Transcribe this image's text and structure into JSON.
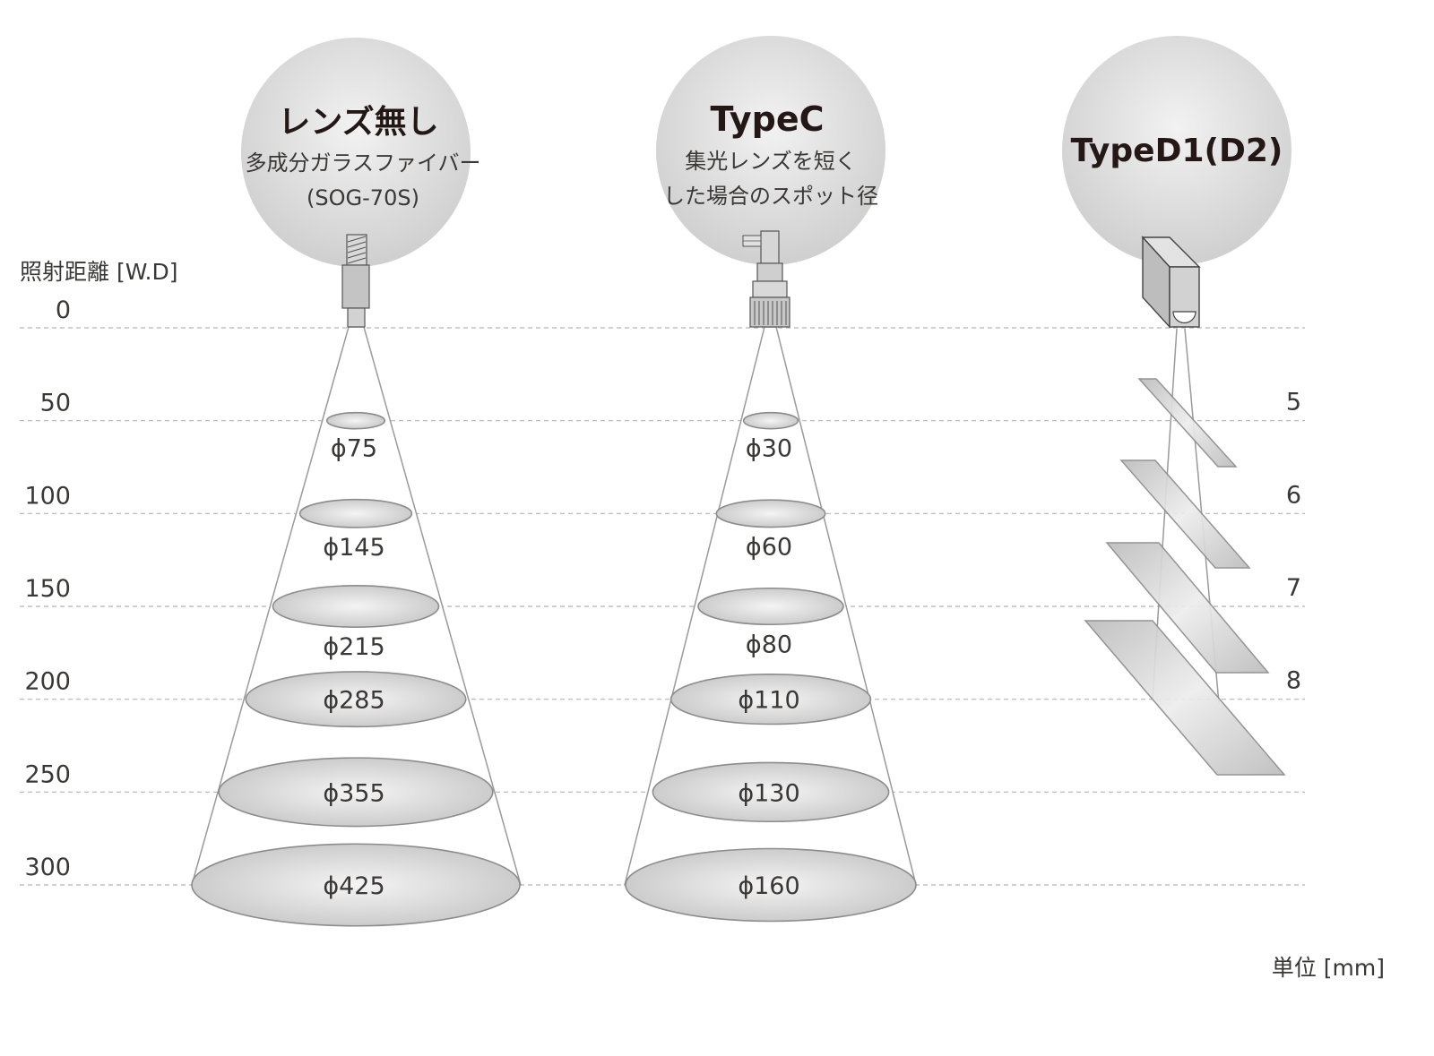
{
  "axis": {
    "title": "照射距離 [W.D]",
    "ticks": [
      "0",
      "50",
      "100",
      "150",
      "200",
      "250",
      "300"
    ],
    "wd_values": [
      0,
      50,
      100,
      150,
      200,
      250,
      300
    ]
  },
  "unit_label": "単位 [mm]",
  "columns": [
    {
      "id": "no-lens",
      "title": "レンズ無し",
      "subtitle_lines": [
        "多成分ガラスファイバー",
        "(SOG-70S)"
      ],
      "spots": [
        {
          "wd": 50,
          "label": "ϕ75",
          "diameter": 75
        },
        {
          "wd": 100,
          "label": "ϕ145",
          "diameter": 145
        },
        {
          "wd": 150,
          "label": "ϕ215",
          "diameter": 215
        },
        {
          "wd": 200,
          "label": "ϕ285",
          "diameter": 285
        },
        {
          "wd": 250,
          "label": "ϕ355",
          "diameter": 355
        },
        {
          "wd": 300,
          "label": "ϕ425",
          "diameter": 425
        }
      ]
    },
    {
      "id": "type-c",
      "title": "TypeC",
      "subtitle_lines": [
        "集光レンズを短く",
        "した場合のスポット径"
      ],
      "spots": [
        {
          "wd": 50,
          "label": "ϕ30",
          "diameter": 30
        },
        {
          "wd": 100,
          "label": "ϕ60",
          "diameter": 60
        },
        {
          "wd": 150,
          "label": "ϕ80",
          "diameter": 80
        },
        {
          "wd": 200,
          "label": "ϕ110",
          "diameter": 110
        },
        {
          "wd": 250,
          "label": "ϕ130",
          "diameter": 130
        },
        {
          "wd": 300,
          "label": "ϕ160",
          "diameter": 160
        }
      ]
    },
    {
      "id": "type-d",
      "title": "TypeD1(D2)",
      "subtitle_lines": [],
      "spots": [
        {
          "wd": 50,
          "label": "5",
          "diameter": 5
        },
        {
          "wd": 100,
          "label": "6",
          "diameter": 6
        },
        {
          "wd": 150,
          "label": "7",
          "diameter": 7
        },
        {
          "wd": 200,
          "label": "8",
          "diameter": 8
        }
      ]
    }
  ],
  "colors": {
    "bubble": "#cfcfcf",
    "guide_line": "#b5b5b5",
    "cone_edge": "#9a9a9a",
    "spot_fill": "#e4e4e4",
    "spot_edge": "#8c8c8c",
    "text": "#2b2a29"
  }
}
